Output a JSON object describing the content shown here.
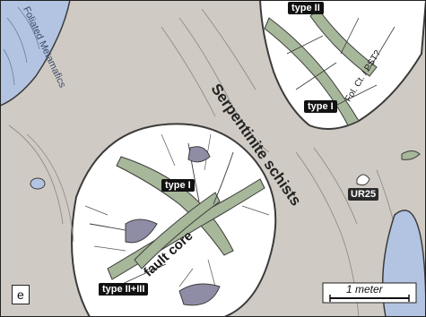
{
  "labels": {
    "foliated_metamafics": "Foliated Metamafics",
    "serpentinite_schists": "Serpentinite schists",
    "fol_ct_pst": "Fol. Ct. / PST?",
    "type_ii_top": "type II",
    "type_i_top": "type I",
    "type_i_mid": "type I",
    "fault_core": "fault core",
    "type_ii_iii": "type II+III",
    "sample": "UR25",
    "panel_letter": "e",
    "scale_bar": "1 meter"
  },
  "colors": {
    "serpentinite": "#cfcbc4",
    "blocks": "#ffffff",
    "fault_zone": "#a7b79a",
    "metamafics": "#b3c4e2",
    "dark_lenses": "#8f8da6",
    "lines": "#3b3b3b"
  }
}
